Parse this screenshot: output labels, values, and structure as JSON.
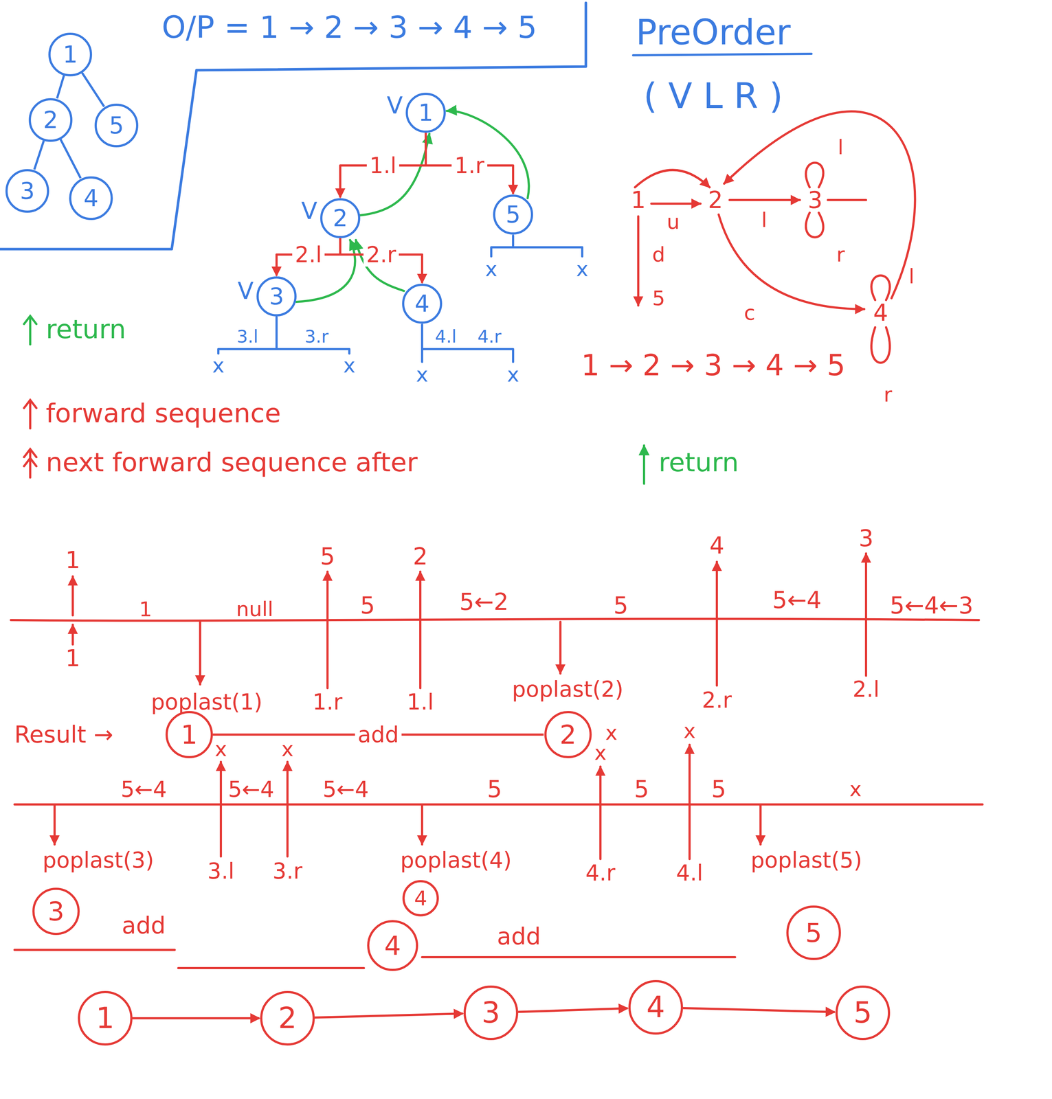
{
  "diagram": {
    "nodes": [
      {
        "text": [
          "1"
        ]
      },
      {
        "text": [
          "2"
        ]
      },
      {
        "text": [
          "5"
        ]
      },
      {
        "text": [
          "3"
        ]
      },
      {
        "text": [
          "4"
        ]
      },
      {
        "text": [
          "1"
        ]
      },
      {
        "text": [
          "2"
        ]
      },
      {
        "text": [
          "3"
        ]
      },
      {
        "text": [
          "4"
        ]
      },
      {
        "text": [
          "5"
        ]
      },
      {
        "text": [
          "1"
        ]
      },
      {
        "text": [
          "2"
        ]
      },
      {
        "text": [
          "3"
        ]
      },
      {
        "text": [
          "4"
        ]
      },
      {
        "text": [
          "4"
        ]
      },
      {
        "text": [
          "5"
        ]
      },
      {
        "text": [
          "1"
        ]
      },
      {
        "text": [
          "2"
        ]
      },
      {
        "text": [
          "3"
        ]
      },
      {
        "text": [
          "4"
        ]
      },
      {
        "text": [
          "5"
        ]
      }
    ],
    "edges": [
      {
        "from": 0,
        "to": 1,
        "arrow": "none"
      },
      {
        "from": 0,
        "to": 2,
        "arrow": "none"
      },
      {
        "from": 1,
        "to": 3,
        "arrow": "none"
      },
      {
        "from": 1,
        "to": 4,
        "arrow": "none"
      },
      {
        "from": 5,
        "to": 6,
        "label": "1.l",
        "arrow": "to"
      },
      {
        "from": 5,
        "to": 9,
        "label": "1.r",
        "arrow": "to"
      },
      {
        "from": 6,
        "to": 7,
        "label": "2.l",
        "arrow": "to"
      },
      {
        "from": 6,
        "to": 8,
        "label": "2.r",
        "arrow": "to"
      },
      {
        "from": 10,
        "to": 11,
        "label": "add",
        "arrow": "none"
      },
      {
        "from": 16,
        "to": 17,
        "arrow": "to"
      },
      {
        "from": 17,
        "to": 18,
        "arrow": "to"
      },
      {
        "from": 18,
        "to": 19,
        "arrow": "to"
      },
      {
        "from": 19,
        "to": 20,
        "arrow": "to"
      }
    ],
    "labels": [
      "O/P = 1 → 2 → 3 → 4 → 5",
      "PreOrder",
      "( V L R )",
      "V",
      "V",
      "V",
      "3.l",
      "3.r",
      "4.l",
      "4.r",
      "x",
      "x",
      "x",
      "x",
      "x",
      "x",
      "1",
      "u",
      "2",
      "l",
      "3",
      "l",
      "r",
      "c",
      "4",
      "l",
      "r",
      "d",
      "5",
      "1 → 2 → 3 → 4 → 5",
      "return",
      "1",
      "1",
      "null",
      "5",
      "5",
      "2",
      "5←2",
      "5",
      "4",
      "5←4",
      "3",
      "5←4←3",
      "1",
      "poplast(1)",
      "1.r",
      "1.l",
      "poplast(2)",
      "2.r",
      "2.l",
      "Result →",
      "x",
      "5←4",
      "x",
      "5←4",
      "x",
      "5←4",
      "5",
      "x",
      "5",
      "x",
      "5",
      "x",
      "poplast(3)",
      "3.l",
      "3.r",
      "poplast(4)",
      "4.r",
      "4.l",
      "poplast(5)",
      "add",
      "add"
    ],
    "legend": [
      {
        "text": "return",
        "color": "#2db84d"
      },
      {
        "text": "forward sequence",
        "color": "#e53935"
      },
      {
        "text": "next forward sequence after"
      }
    ]
  }
}
